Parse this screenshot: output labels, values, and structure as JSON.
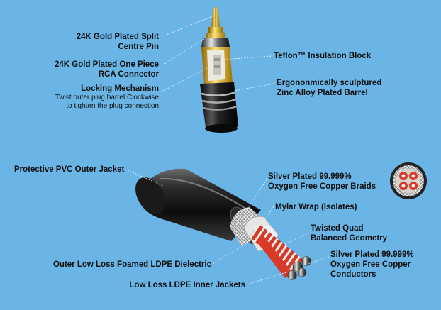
{
  "plug_labels": {
    "pin_line1": "24K Gold Plated Split",
    "pin_line2": "Centre Pin",
    "rca_line1": "24K Gold Plated One Piece",
    "rca_line2": "RCA Connector",
    "lock_title": "Locking Mechanism",
    "lock_desc1": "Twist outer plug barrel Clockwise",
    "lock_desc2": "to tighten the plug connection",
    "teflon": "Teflon™ Insulation Block",
    "barrel_line1": "Ergononmically sculptured",
    "barrel_line2": "Zinc Alloy Plated Barrel"
  },
  "cable_labels": {
    "pvc": "Protective PVC Outer Jacket",
    "braid_line1": "Silver Plated 99.999%",
    "braid_line2": "Oxygen Free Copper Braids",
    "mylar": "Mylar Wrap (Isolates)",
    "quad_line1": "Twisted Quad",
    "quad_line2": "Balanced Geometry",
    "cond_line1": "Silver Plated 99.999%",
    "cond_line2": "Oxygen Free Copper",
    "cond_line3": "Conductors",
    "ldpe_dielectric": "Outer Low Loss Foamed LDPE Dielectric",
    "ldpe_inner": "Low Loss LDPE Inner Jackets"
  },
  "colors": {
    "background": "#6ab4e6",
    "gold": "#e8b820",
    "barrel": "#1a1a1a",
    "wire_red": "#d83a2a"
  }
}
